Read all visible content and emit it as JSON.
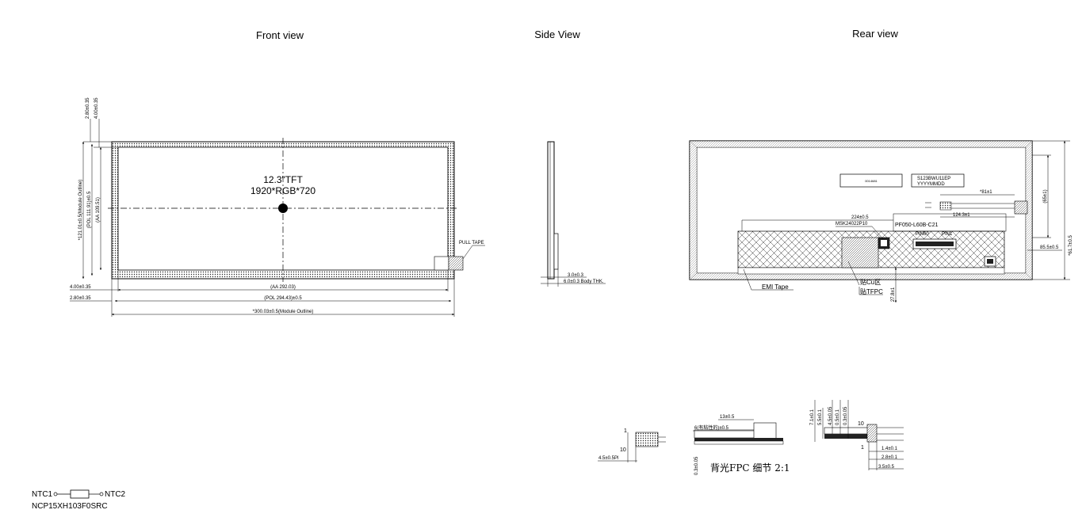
{
  "views": {
    "front": "Front view",
    "side": "Side View",
    "rear": "Rear view"
  },
  "front": {
    "center_line1": "12.3\"TFT",
    "center_line2": "1920*RGB*720",
    "pull_tape": "PULL TAPE",
    "dim_top_a": "2.80±0.35",
    "dim_top_b": "4.00±0.35",
    "dim_height_outline": "*121.01±0.5(Module Outline)",
    "dim_height_pol": "(POL 111.91)±0.5",
    "dim_height_aa": "(AA 109.51)",
    "dim_left_a": "4.00±0.35",
    "dim_left_b": "2.80±0.35",
    "dim_aa_width": "(AA 292.03)",
    "dim_pol_width": "(POL 294.43)±0.5",
    "dim_outline_width": "*300.03±0.5(Module Outline)"
  },
  "side": {
    "dim_a": "3.0±0.3",
    "dim_b": "6.0±0.3 Body THK."
  },
  "rear": {
    "label_small": "0014681",
    "label_model": "S123BWU11EP",
    "label_date": "YYYYMMDD",
    "dim_81": "*81±1",
    "dim_124": "124.3±1",
    "dim_224": "224±0.5",
    "dim_right_v": "(65±1)",
    "dim_right_h": "85.5±0.5",
    "dim_right_outer": "*61.7±0.5",
    "dim_bottom_v": "27.8±1",
    "connector_part": "MSK24022P10",
    "fpc_part": "PF050-L60B-C21",
    "pin60": "PIN60",
    "pin1": "PIN1",
    "emi_tape": "EMI Tape",
    "note_cu": "贴Cu区",
    "note_tfpc": "贴TFPC"
  },
  "details": {
    "d1_pin1": "1",
    "d1_pin10": "10",
    "d1_pitch": "4.5±0.5Pl",
    "d2_13": "13±0.5",
    "d2_6": "6(有粘性的)±0.5",
    "d2_03": "0.3±0.05",
    "d2_caption": "背光FPC 细节 2:1",
    "d3_71": "7.1±0.1",
    "d3_55": "5.5±0.1",
    "d3_45": "4.5±0.05",
    "d3_05": "0.5±0.1",
    "d3_03": "0.3±0.05",
    "d3_10": "10",
    "d3_1": "1",
    "d3_14": "1.4±0.1",
    "d3_28": "2.8±0.1",
    "d3_35": "3.5±0.5"
  },
  "ntc": {
    "ntc1": "NTC1",
    "ntc2": "NTC2",
    "part": "NCP15XH103F0SRC"
  }
}
